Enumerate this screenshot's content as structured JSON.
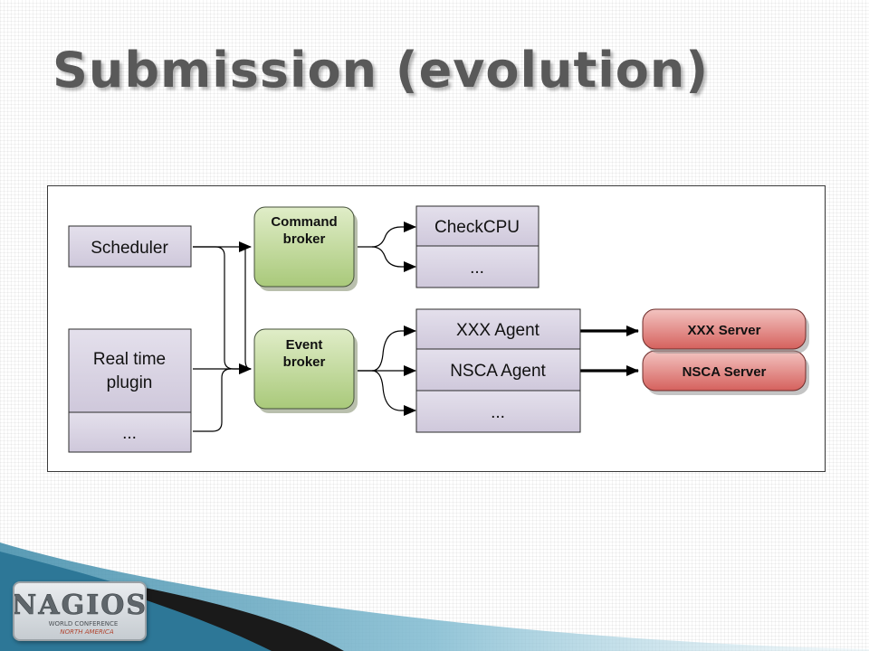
{
  "title": "Submission (evolution)",
  "diagram": {
    "sources": {
      "scheduler": "Scheduler",
      "realtime_line1": "Real time",
      "realtime_line2": "plugin",
      "realtime_more": "..."
    },
    "brokers": {
      "command_line1": "Command",
      "command_line2": "broker",
      "event_line1": "Event",
      "event_line2": "broker"
    },
    "checks": {
      "checkcpu": "CheckCPU",
      "more": "..."
    },
    "agents": {
      "xxx": "XXX Agent",
      "nsca": "NSCA Agent",
      "more": "..."
    },
    "servers": {
      "xxx": "XXX Server",
      "nsca": "NSCA Server"
    }
  },
  "logo": {
    "name": "NAGIOS",
    "tagline_line1": "WORLD CONFERENCE",
    "tagline_line2": "NORTH AMERICA"
  },
  "colors": {
    "title": "#595959",
    "source_box": "#d9d4e2",
    "broker": "#c2d89a",
    "server": "#e07b78"
  }
}
